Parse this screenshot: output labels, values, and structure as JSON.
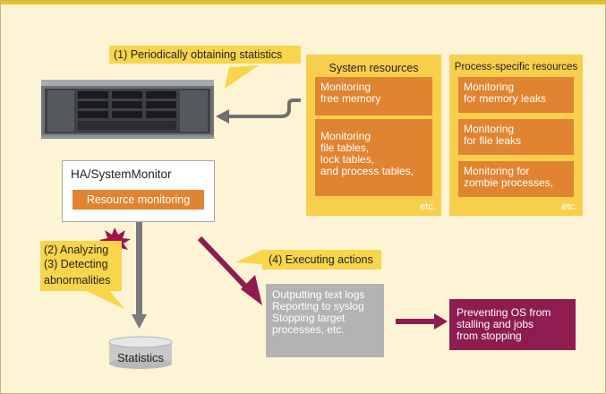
{
  "callouts": {
    "obtain": "(1) Periodically obtaining statistics",
    "analyze": "(2) Analyzing",
    "detect_line1": "(3) Detecting",
    "detect_line2": "abnormalities",
    "execute": "(4) Executing actions"
  },
  "system_resources": {
    "title": "System resources",
    "items": [
      "Monitoring\nfree memory",
      "Monitoring\nfile tables,\nlock tables,\nand process tables,"
    ],
    "etc": "etc."
  },
  "process_resources": {
    "title": "Process-specific resources",
    "items": [
      "Monitoring\nfor memory leaks",
      "Monitoring\nfor file leaks",
      "Monitoring for\nzombie processes,"
    ],
    "etc": "etc."
  },
  "monitor": {
    "title": "HA/SystemMonitor",
    "tag": "Resource monitoring"
  },
  "database": {
    "label": "Statistics"
  },
  "actions": {
    "text": "Outputting text logs\nReporting to syslog\nStopping target\nprocesses, etc."
  },
  "result": {
    "text": "Preventing OS from\nstalling and jobs\n from stopping"
  },
  "colors": {
    "background": "#fdf4d6",
    "accent_yellow": "#f8cf4d",
    "orange": "#e18431",
    "maroon": "#8e1c50",
    "gray": "#b3b3b3"
  }
}
